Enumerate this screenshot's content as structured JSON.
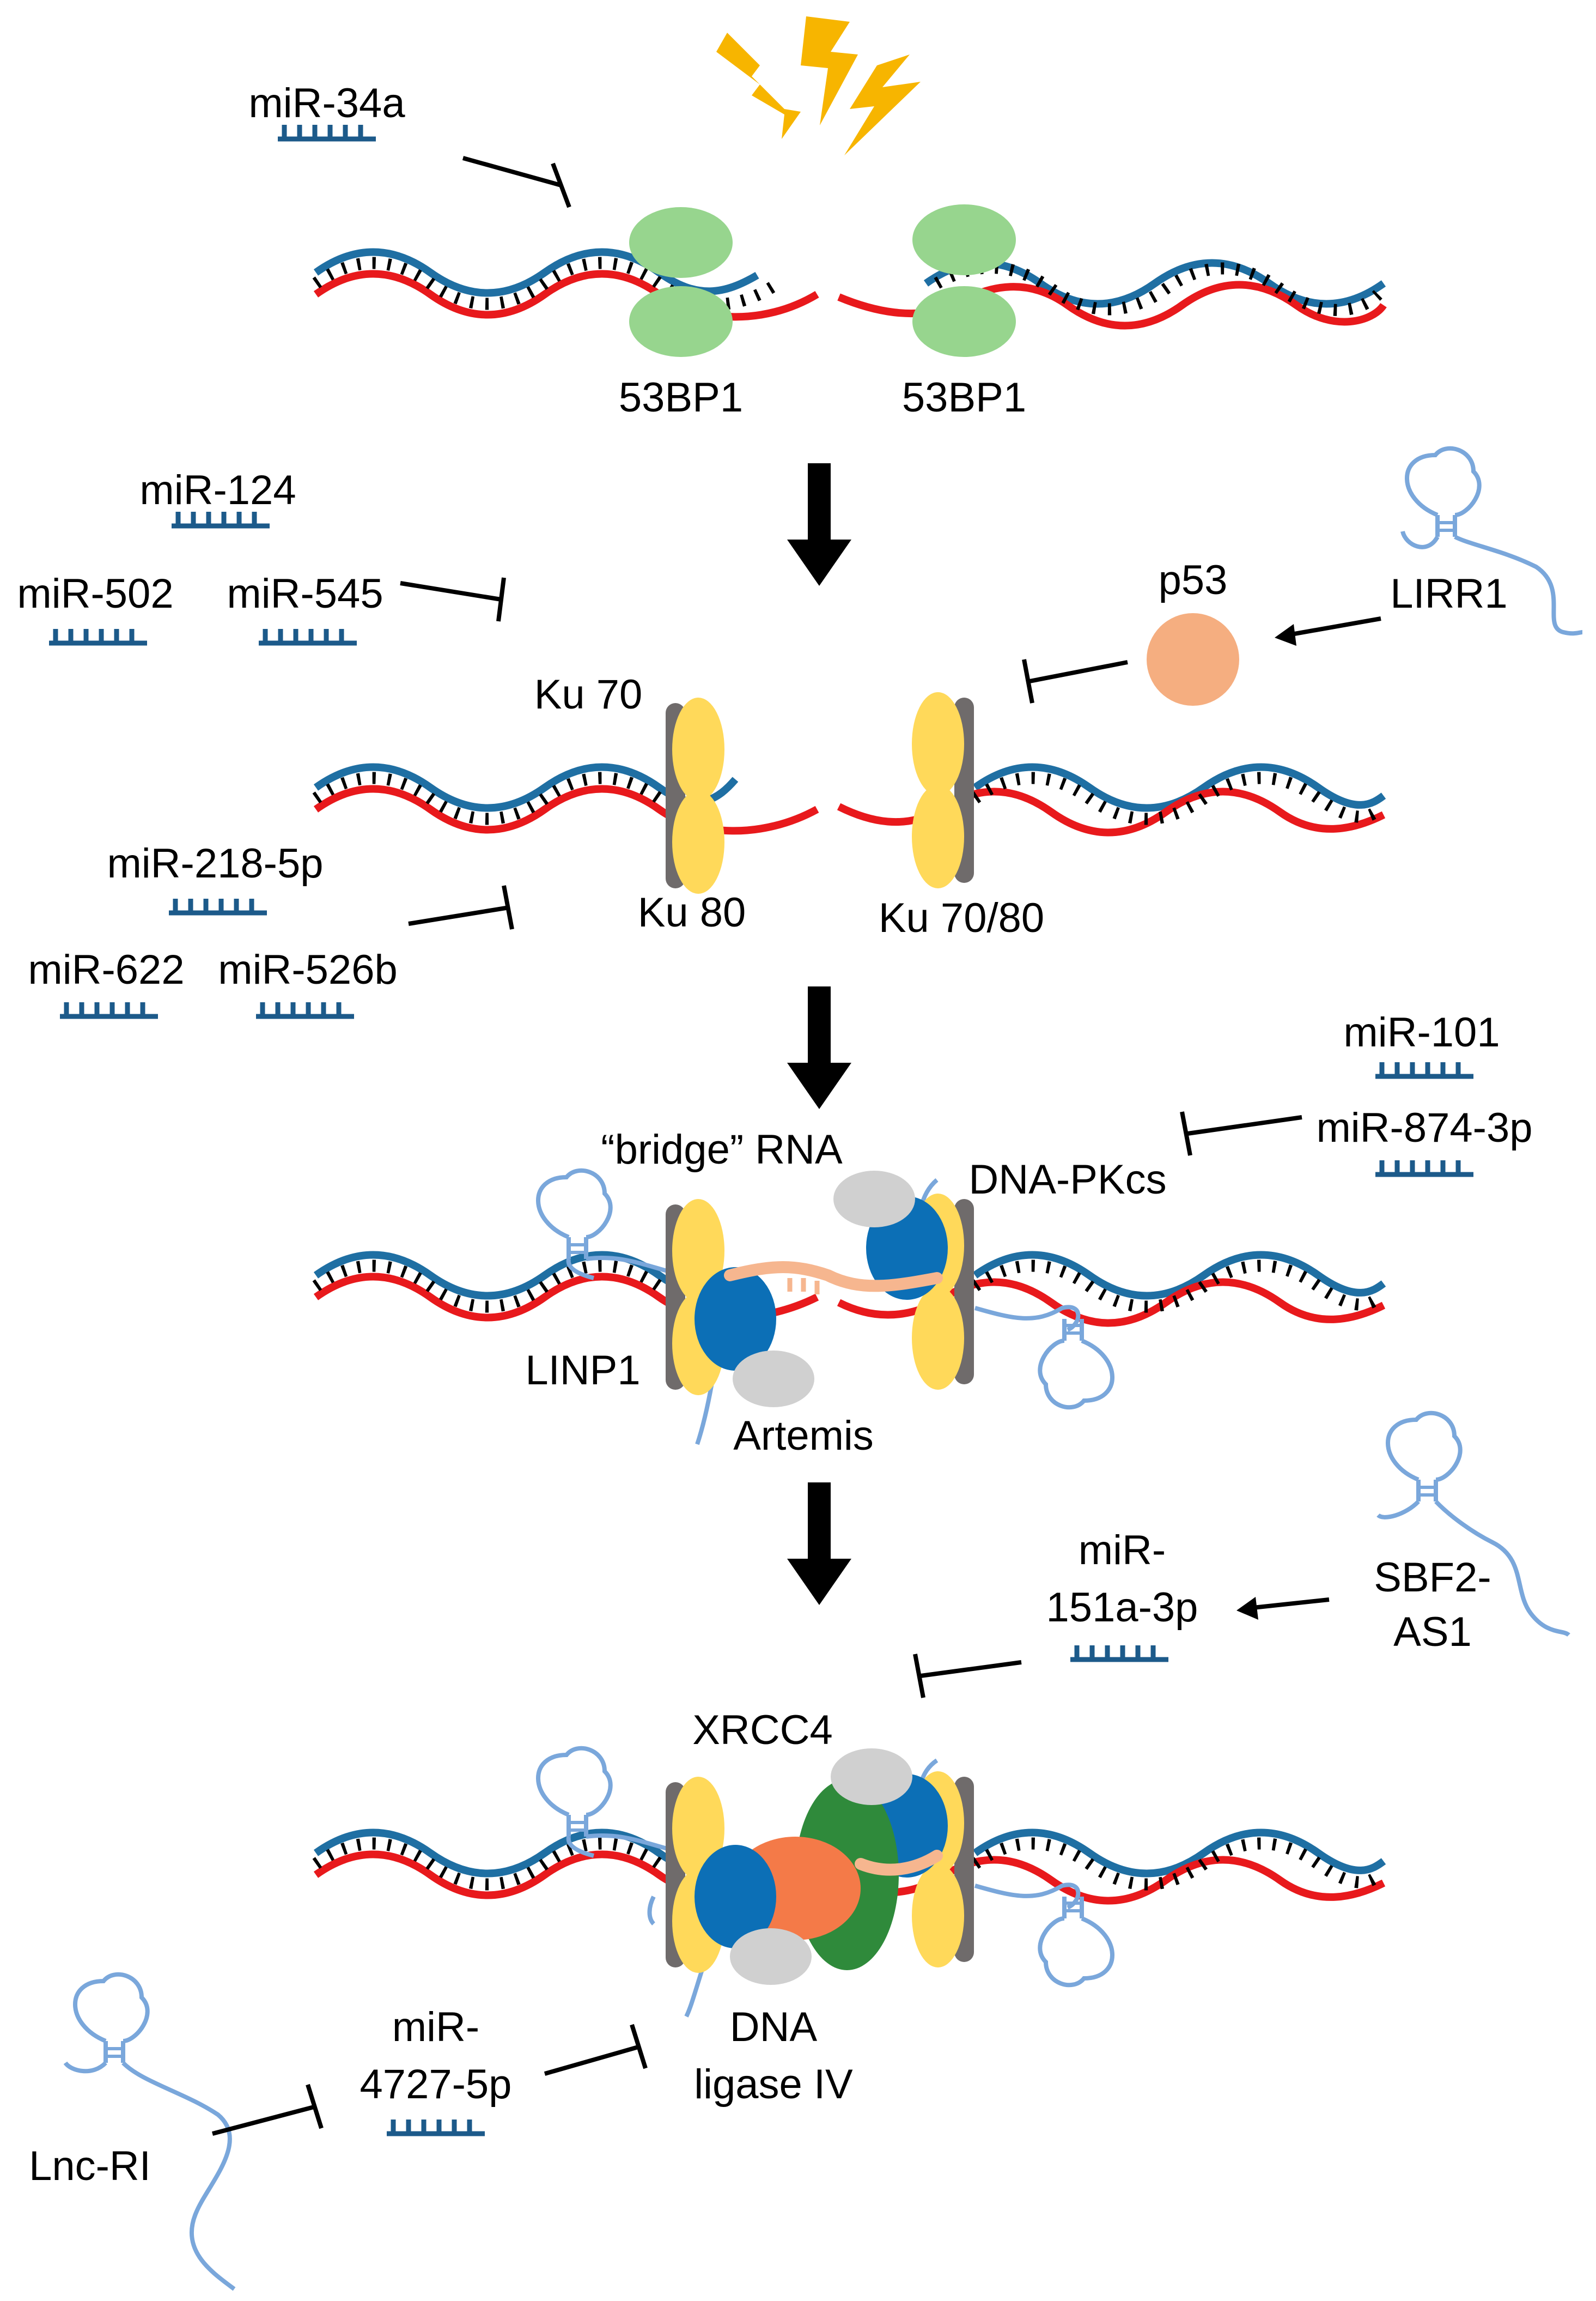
{
  "colors": {
    "dna_top": "#1f6fa3",
    "dna_bottom": "#e8191c",
    "mirna": "#1c5a8a",
    "lncrna": "#7aa7db",
    "bp53": "#97d58e",
    "ku_yellow": "#ffd95a",
    "ku_gray": "#6f6b6b",
    "dnapkcs": "#0c6fb6",
    "artemis": "#d0d0d0",
    "bridge_rna": "#f6b68f",
    "p53": "#f5ae80",
    "ligase": "#f47a48",
    "xrcc4": "#2f8a3b",
    "lightning": "#f7b500",
    "arrow": "#000000"
  },
  "stage1": {
    "mirna": "miR-34a",
    "protein_left": "53BP1",
    "protein_right": "53BP1"
  },
  "stage2": {
    "mirnas_top": [
      "miR-124",
      "miR-502",
      "miR-545"
    ],
    "p53": "p53",
    "lirr1": "LIRR1",
    "ku70": "Ku 70",
    "ku80": "Ku 80",
    "ku7080": "Ku 70/80",
    "mirnas_bottom": [
      "miR-218-5p",
      "miR-622",
      "miR-526b"
    ]
  },
  "stage3": {
    "mirnas": [
      "miR-101",
      "miR-874-3p"
    ],
    "bridge_rna": "“bridge” RNA",
    "dnapkcs": "DNA-PKcs",
    "linp1": "LINP1",
    "artemis": "Artemis"
  },
  "stage4": {
    "mir151_line1": "miR-",
    "mir151_line2": "151a-3p",
    "sbf2_line1": "SBF2-",
    "sbf2_line2": "AS1",
    "xrcc4": "XRCC4",
    "ligase_line1": "DNA",
    "ligase_line2": "ligase IV",
    "mir4727_line1": "miR-",
    "mir4727_line2": "4727-5p",
    "lncri": "Lnc-RI"
  }
}
